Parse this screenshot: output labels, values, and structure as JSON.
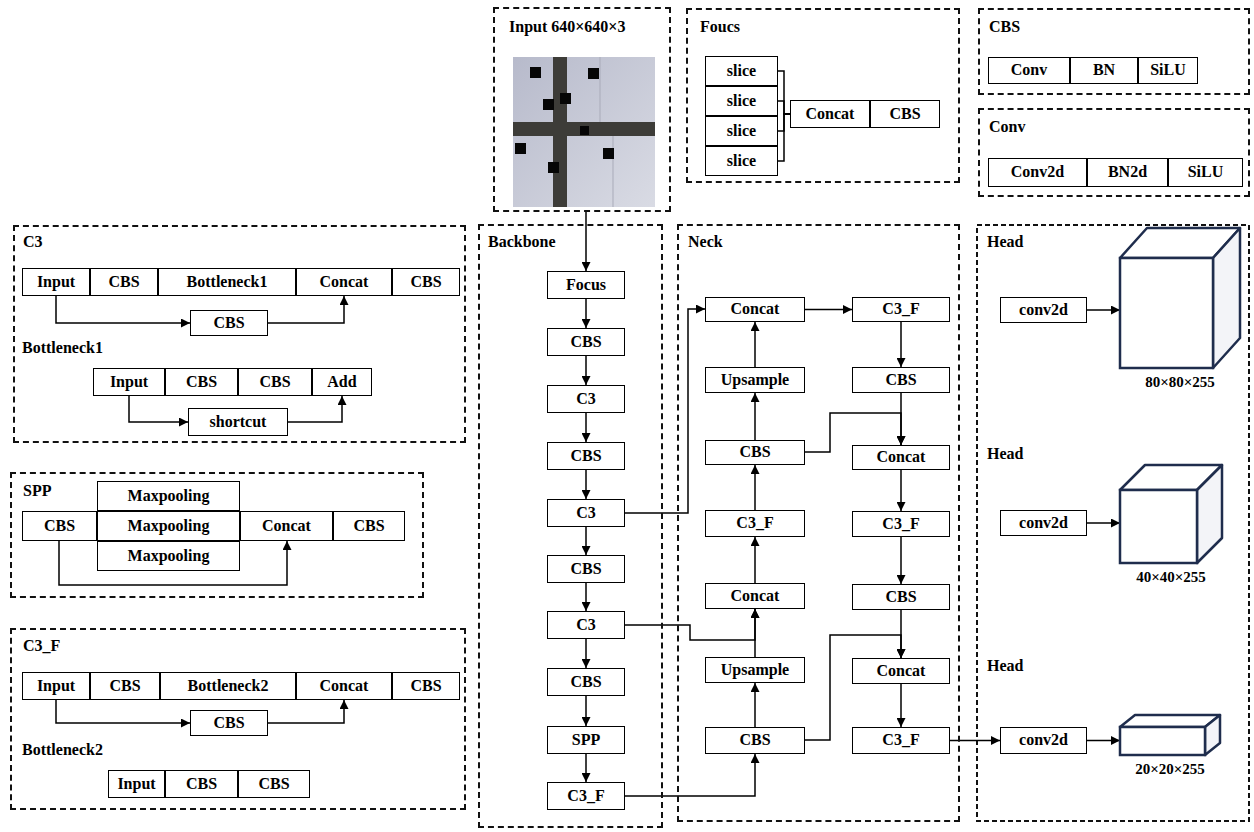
{
  "diagram": {
    "nodes": [
      {
        "text": [
          "Input 640×640×3"
        ]
      },
      {
        "text": [
          "Foucs"
        ]
      },
      {
        "text": [
          "slice"
        ],
        "in": 1
      },
      {
        "text": [
          "slice"
        ],
        "in": 1
      },
      {
        "text": [
          "slice"
        ],
        "in": 1
      },
      {
        "text": [
          "slice"
        ],
        "in": 1
      },
      {
        "text": [
          "Concat"
        ],
        "in": 1
      },
      {
        "text": [
          "CBS"
        ],
        "in": 1
      },
      {
        "text": [
          "CBS"
        ]
      },
      {
        "text": [
          "Conv"
        ],
        "in": 8
      },
      {
        "text": [
          "BN"
        ],
        "in": 8
      },
      {
        "text": [
          "SiLU"
        ],
        "in": 8
      },
      {
        "text": [
          "Conv"
        ]
      },
      {
        "text": [
          "Conv2d"
        ],
        "in": 12
      },
      {
        "text": [
          "BN2d"
        ],
        "in": 12
      },
      {
        "text": [
          "SiLU"
        ],
        "in": 12
      },
      {
        "text": [
          "C3"
        ]
      },
      {
        "text": [
          "Input"
        ],
        "in": 16
      },
      {
        "text": [
          "CBS"
        ],
        "in": 16
      },
      {
        "text": [
          "Bottleneck1"
        ],
        "in": 16
      },
      {
        "text": [
          "Concat"
        ],
        "in": 16
      },
      {
        "text": [
          "CBS"
        ],
        "in": 16
      },
      {
        "text": [
          "CBS"
        ],
        "in": 16
      },
      {
        "text": [
          "Input"
        ],
        "in": 16
      },
      {
        "text": [
          "CBS"
        ],
        "in": 16
      },
      {
        "text": [
          "CBS"
        ],
        "in": 16
      },
      {
        "text": [
          "Add"
        ],
        "in": 16
      },
      {
        "text": [
          "shortcut"
        ],
        "in": 16
      },
      {
        "text": [
          "SPP"
        ]
      },
      {
        "text": [
          "Maxpooling"
        ],
        "in": 28
      },
      {
        "text": [
          "CBS"
        ],
        "in": 28
      },
      {
        "text": [
          "Maxpooling"
        ],
        "in": 28
      },
      {
        "text": [
          "Concat"
        ],
        "in": 28
      },
      {
        "text": [
          "CBS"
        ],
        "in": 28
      },
      {
        "text": [
          "Maxpooling"
        ],
        "in": 28
      },
      {
        "text": [
          "C3_F"
        ]
      },
      {
        "text": [
          "Input"
        ],
        "in": 35
      },
      {
        "text": [
          "CBS"
        ],
        "in": 35
      },
      {
        "text": [
          "Bottleneck2"
        ],
        "in": 35
      },
      {
        "text": [
          "Concat"
        ],
        "in": 35
      },
      {
        "text": [
          "CBS"
        ],
        "in": 35
      },
      {
        "text": [
          "CBS"
        ],
        "in": 35
      },
      {
        "text": [
          "Input"
        ],
        "in": 35
      },
      {
        "text": [
          "CBS"
        ],
        "in": 35
      },
      {
        "text": [
          "CBS"
        ],
        "in": 35
      },
      {
        "text": [
          "Backbone"
        ]
      },
      {
        "text": [
          "Focus"
        ],
        "in": 45
      },
      {
        "text": [
          "CBS"
        ],
        "in": 45
      },
      {
        "text": [
          "C3"
        ],
        "in": 45
      },
      {
        "text": [
          "CBS"
        ],
        "in": 45
      },
      {
        "text": [
          "C3"
        ],
        "in": 45
      },
      {
        "text": [
          "CBS"
        ],
        "in": 45
      },
      {
        "text": [
          "C3"
        ],
        "in": 45
      },
      {
        "text": [
          "CBS"
        ],
        "in": 45
      },
      {
        "text": [
          "SPP"
        ],
        "in": 45
      },
      {
        "text": [
          "C3_F"
        ],
        "in": 45
      },
      {
        "text": [
          "Neck"
        ]
      },
      {
        "text": [
          "Concat"
        ],
        "in": 56
      },
      {
        "text": [
          "Upsample"
        ],
        "in": 56
      },
      {
        "text": [
          "CBS"
        ],
        "in": 56
      },
      {
        "text": [
          "C3_F"
        ],
        "in": 56
      },
      {
        "text": [
          "Concat"
        ],
        "in": 56
      },
      {
        "text": [
          "Upsample"
        ],
        "in": 56
      },
      {
        "text": [
          "CBS"
        ],
        "in": 56
      },
      {
        "text": [
          "C3_F"
        ],
        "in": 56
      },
      {
        "text": [
          "CBS"
        ],
        "in": 56
      },
      {
        "text": [
          "Concat"
        ],
        "in": 56
      },
      {
        "text": [
          "C3_F"
        ],
        "in": 56
      },
      {
        "text": [
          "CBS"
        ],
        "in": 56
      },
      {
        "text": [
          "Concat"
        ],
        "in": 56
      },
      {
        "text": [
          "C3_F"
        ],
        "in": 56
      },
      {
        "text": [
          "Head"
        ]
      },
      {
        "text": [
          "conv2d"
        ],
        "in": 71
      },
      {
        "text": [
          "80×80×255"
        ],
        "in": 71
      },
      {
        "text": [
          "Head"
        ]
      },
      {
        "text": [
          "conv2d"
        ],
        "in": 74
      },
      {
        "text": [
          "40×40×255"
        ],
        "in": 74
      },
      {
        "text": [
          "Head"
        ]
      },
      {
        "text": [
          "conv2d"
        ],
        "in": 77
      },
      {
        "text": [
          "20×20×255"
        ],
        "in": 77
      }
    ],
    "edges": [
      {
        "from": 2,
        "to": 6,
        "arrow": "none"
      },
      {
        "from": 3,
        "to": 6,
        "arrow": "none"
      },
      {
        "from": 4,
        "to": 6,
        "arrow": "none"
      },
      {
        "from": 5,
        "to": 6,
        "arrow": "none"
      },
      {
        "from": 17,
        "to": 22,
        "arrow": "to"
      },
      {
        "from": 22,
        "to": 20,
        "arrow": "to"
      },
      {
        "from": 23,
        "to": 27,
        "arrow": "to"
      },
      {
        "from": 27,
        "to": 26,
        "arrow": "to"
      },
      {
        "from": 30,
        "to": 32,
        "arrow": "to"
      },
      {
        "from": 36,
        "to": 41,
        "arrow": "to"
      },
      {
        "from": 41,
        "to": 39,
        "arrow": "to"
      },
      {
        "from": 0,
        "to": 46,
        "arrow": "to"
      },
      {
        "from": 46,
        "to": 47,
        "arrow": "to"
      },
      {
        "from": 47,
        "to": 48,
        "arrow": "to"
      },
      {
        "from": 48,
        "to": 49,
        "arrow": "to"
      },
      {
        "from": 49,
        "to": 50,
        "arrow": "to"
      },
      {
        "from": 50,
        "to": 51,
        "arrow": "to"
      },
      {
        "from": 51,
        "to": 52,
        "arrow": "to"
      },
      {
        "from": 52,
        "to": 53,
        "arrow": "to"
      },
      {
        "from": 53,
        "to": 54,
        "arrow": "to"
      },
      {
        "from": 54,
        "to": 55,
        "arrow": "to"
      },
      {
        "from": 50,
        "to": 57,
        "arrow": "to"
      },
      {
        "from": 52,
        "to": 61,
        "arrow": "to"
      },
      {
        "from": 55,
        "to": 63,
        "arrow": "to"
      },
      {
        "from": 63,
        "to": 62,
        "arrow": "to"
      },
      {
        "from": 62,
        "to": 61,
        "arrow": "to"
      },
      {
        "from": 61,
        "to": 60,
        "arrow": "to"
      },
      {
        "from": 60,
        "to": 59,
        "arrow": "to"
      },
      {
        "from": 59,
        "to": 58,
        "arrow": "to"
      },
      {
        "from": 58,
        "to": 57,
        "arrow": "to"
      },
      {
        "from": 57,
        "to": 64,
        "arrow": "to"
      },
      {
        "from": 64,
        "to": 65,
        "arrow": "to"
      },
      {
        "from": 65,
        "to": 66,
        "arrow": "to"
      },
      {
        "from": 66,
        "to": 67,
        "arrow": "to"
      },
      {
        "from": 67,
        "to": 68,
        "arrow": "to"
      },
      {
        "from": 68,
        "to": 69,
        "arrow": "to"
      },
      {
        "from": 69,
        "to": 70,
        "arrow": "to"
      },
      {
        "from": 59,
        "to": 66,
        "arrow": "to"
      },
      {
        "from": 63,
        "to": 69,
        "arrow": "to"
      },
      {
        "from": 70,
        "to": 78,
        "arrow": "to"
      },
      {
        "from": 72,
        "to": 73,
        "arrow": "to"
      },
      {
        "from": 75,
        "to": 76,
        "arrow": "to"
      },
      {
        "from": 78,
        "to": 79,
        "arrow": "to"
      }
    ],
    "labels": [
      "Bottleneck1",
      "Bottleneck2"
    ]
  }
}
